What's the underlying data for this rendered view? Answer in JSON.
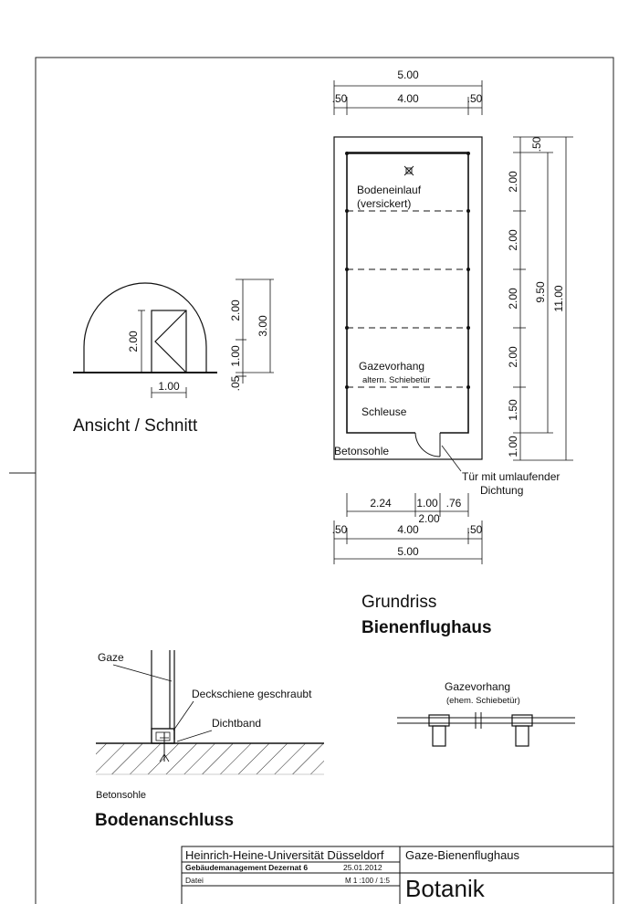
{
  "view": {
    "title": "Ansicht / Schnitt",
    "dim_height_door": "2.00",
    "dim_width_door": "1.00",
    "dim_right_2": "2.00",
    "dim_right_3": "3.00",
    "dim_right_1": "1.00",
    "dim_right_05": ".05"
  },
  "plan": {
    "top_total": "5.00",
    "top_left": ".50",
    "top_mid": "4.00",
    "top_right": ".50",
    "label_drain_1": "Bodeneinlauf",
    "label_drain_2": "(versickert)",
    "label_curtain_1": "Gazevorhang",
    "label_curtain_2": "altern. Schiebetür",
    "label_airlock": "Schleuse",
    "label_slab": "Betonsohle",
    "label_door_1": "Tür mit umlaufender",
    "label_door_2": "Dichtung",
    "side_dims": [
      "2.00",
      "2.00",
      "2.00",
      "2.00",
      "1.50",
      "1.00"
    ],
    "side_top": ".50",
    "side_inner_total": "9.50",
    "side_total": "11.00",
    "bottom_a": "2.24",
    "bottom_b": "1.00",
    "bottom_c": ".76",
    "bottom_sub": "2.00",
    "bottom_left": ".50",
    "bottom_mid": "4.00",
    "bottom_right": ".50",
    "bottom_total": "5.00",
    "title_1": "Grundriss",
    "title_2": "Bienenflughaus"
  },
  "detail": {
    "label_gaze": "Gaze",
    "label_rail": "Deckschiene geschraubt",
    "label_tape": "Dichtband",
    "label_slab": "Betonsohle",
    "title": "Bodenanschluss"
  },
  "curtain_detail": {
    "label_1": "Gazevorhang",
    "label_2": "(ehem. Schiebetür)"
  },
  "title_block": {
    "institution": "Heinrich-Heine-Universität Düsseldorf",
    "department": "Gebäudemanagement Dezernat 6",
    "date": "25.01.2012",
    "file_label": "Datei",
    "scale": "M 1 :100 / 1:5",
    "project": "Gaze-Bienenflughaus",
    "subject": "Botanik"
  }
}
